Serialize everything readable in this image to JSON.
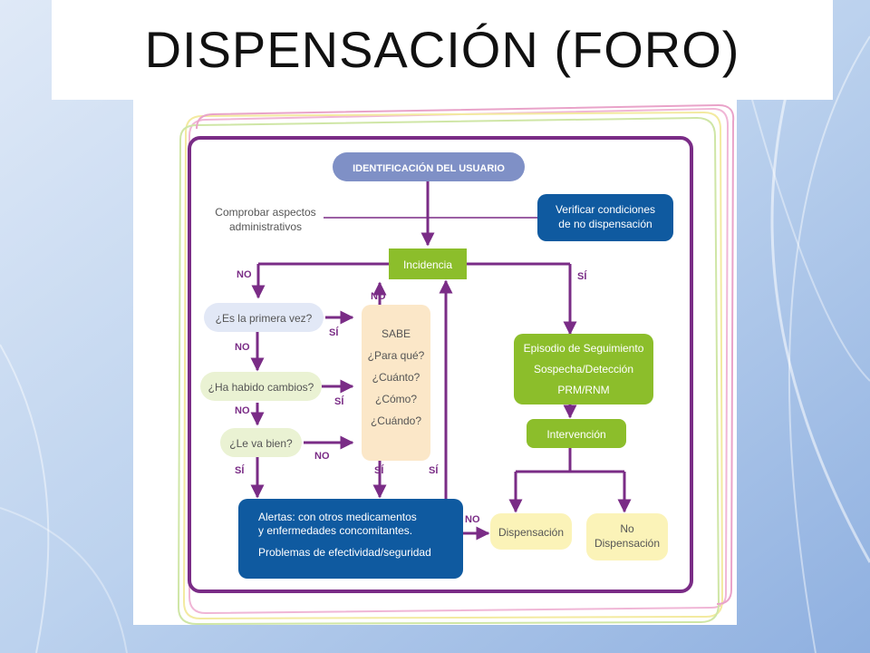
{
  "slide": {
    "title": "DISPENSACIÓN (FORO)"
  },
  "colors": {
    "purple": "#7a2c86",
    "navy": "#0f5aa0",
    "periwinkle": "#7f90c6",
    "green": "#8cbe2b",
    "cream": "#fbe7c8",
    "light_green": "#eaf2d3",
    "light_blue": "#e2e8f6",
    "pale_yellow": "#fbf3b8"
  },
  "flowchart": {
    "identification": "IDENTIFICACIÓN DEL USUARIO",
    "check_admin": {
      "line1": "Comprobar aspectos",
      "line2": "administrativos"
    },
    "verify_conditions": {
      "line1": "Verificar condiciones",
      "line2": "de no dispensación"
    },
    "incident": "Incidencia",
    "first_time": "¿Es la primera vez?",
    "changes": "¿Ha habido cambios?",
    "doing_well": "¿Le va bien?",
    "sabe": {
      "line1": "SABE",
      "line2": "¿Para qué?",
      "line3": "¿Cuánto?",
      "line4": "¿Cómo?",
      "line5": "¿Cuándo?"
    },
    "followup": {
      "line1": "Episodio de Seguimiento",
      "line2": "Sospecha/Detección",
      "line3": "PRM/RNM"
    },
    "intervention": "Intervención",
    "alerts": {
      "line1": "Alertas: con otros medicamentos",
      "line2": "y enfermedades concomitantes.",
      "line3": "Problemas de efectividad/seguridad"
    },
    "dispensation": "Dispensación",
    "no_dispensation": {
      "line1": "No",
      "line2": "Dispensación"
    },
    "labels": {
      "no": "NO",
      "yes": "SÍ"
    }
  }
}
